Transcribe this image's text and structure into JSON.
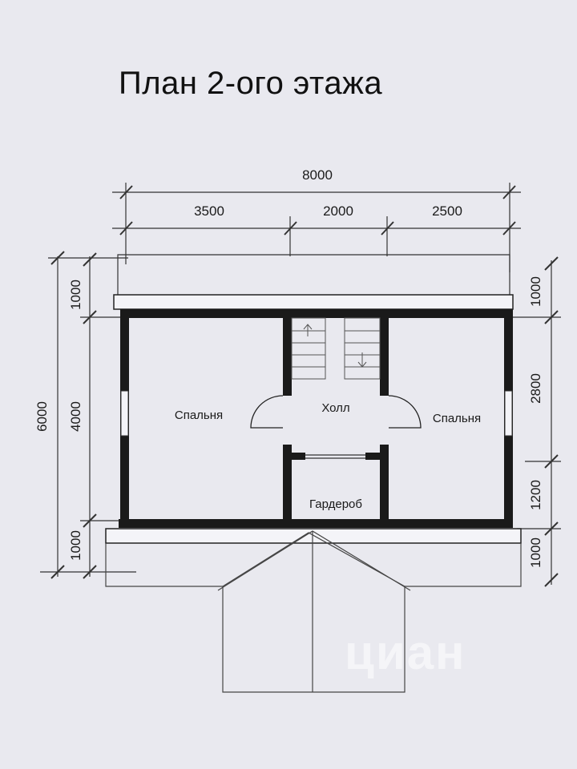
{
  "title": "План 2-ого этажа",
  "dimensions": {
    "overall_width": "8000",
    "seg_left": "3500",
    "seg_mid": "2000",
    "seg_right": "2500",
    "left_total": "6000",
    "left_top": "1000",
    "left_mid": "4000",
    "left_bottom": "1000",
    "right_top": "1000",
    "right_upper": "2800",
    "right_lower": "1200",
    "right_bottom": "1000"
  },
  "rooms": {
    "bedroom_left": "Спальня",
    "hall": "Холл",
    "bedroom_right": "Спальня",
    "wardrobe": "Гардероб"
  },
  "watermark": "циан"
}
